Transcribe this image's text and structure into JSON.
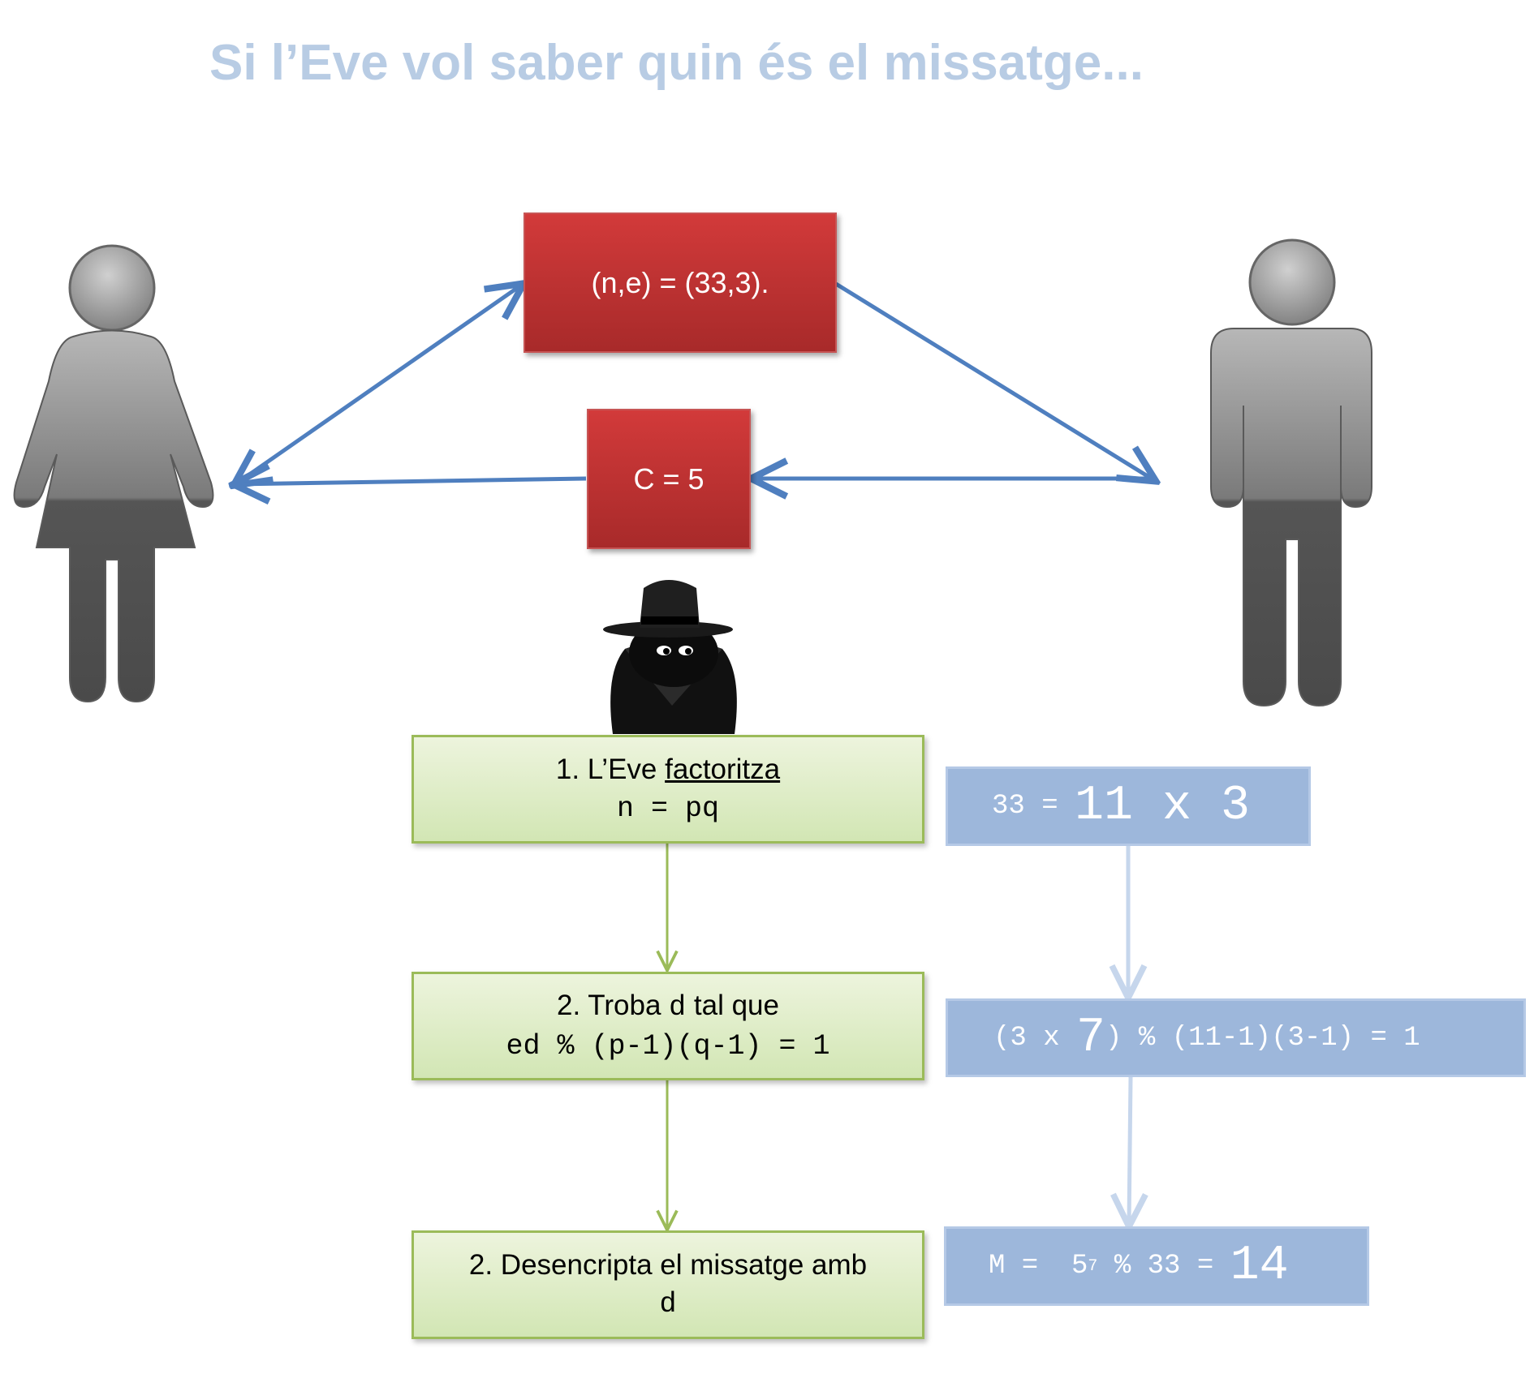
{
  "title": "Si l’Eve vol saber quin és el missatge...",
  "actors": {
    "left_icon": "woman-figure-icon",
    "right_icon": "man-figure-icon",
    "eve_icon": "spy-icon"
  },
  "public_key_box": "(n,e) = (33,3).",
  "cipher_box": "C = 5",
  "steps": [
    {
      "prefix": "1. L’Eve ",
      "emph": "factoritza",
      "formula": "n = pq"
    },
    {
      "prefix": "2. Troba ",
      "mono": "d",
      "suffix": " tal que",
      "formula": "ed % (p-1)(q-1) = 1"
    },
    {
      "text": "2. Desencripta el missatge amb",
      "formula": "d"
    }
  ],
  "results": [
    {
      "a": "33 = ",
      "b": "11 x 3"
    },
    {
      "a": "(3 x ",
      "b": "7",
      "c": ") % (11-1)(3-1) = 1"
    },
    {
      "a": "M =  5",
      "exp": "7",
      "c": " % 33 = ",
      "d": "14"
    }
  ],
  "colors": {
    "title": "#b8cce4",
    "red_box": "#c0353a",
    "green_box": "#d7e9c0",
    "green_border": "#9bbb59",
    "blue_box": "#9db7db",
    "arrow_blue": "#4f7fbf"
  }
}
